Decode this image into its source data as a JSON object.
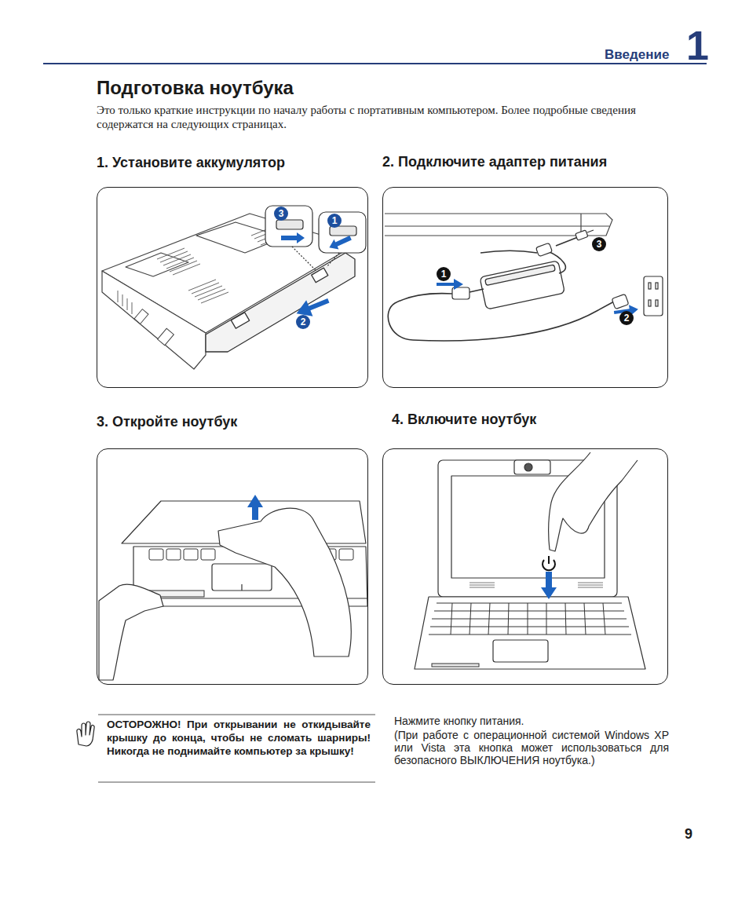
{
  "diagram": {
    "title": "Подготовка ноутбука",
    "nodes": [
      {
        "text": [
          "1. Установите аккумулятор"
        ]
      },
      {
        "text": [
          "2. Подключите адаптер питания"
        ]
      },
      {
        "text": [
          "3. Откройте ноутбук"
        ]
      },
      {
        "text": [
          "4. Включите ноутбук"
        ]
      }
    ],
    "labels": [
      "Введение",
      "1",
      "Это только краткие инструкции по началу работы с портативным компьютером. Более подробные сведения содержатся на следующих страницах.",
      "3",
      "1",
      "2",
      "1",
      "3",
      "2",
      "ОСТОРОЖНО! При открывании не откидывайте крышку до конца, чтобы не сломать шарниры! Никогда не поднимайте компьютер за крышку!",
      "Нажмите кнопку питания.",
      "(При работе с операционной системой Windows XP или Vista эта кнопка может использоваться для безопасного ВЫКЛЮЧЕНИЯ ноутбука.)",
      "9"
    ]
  }
}
